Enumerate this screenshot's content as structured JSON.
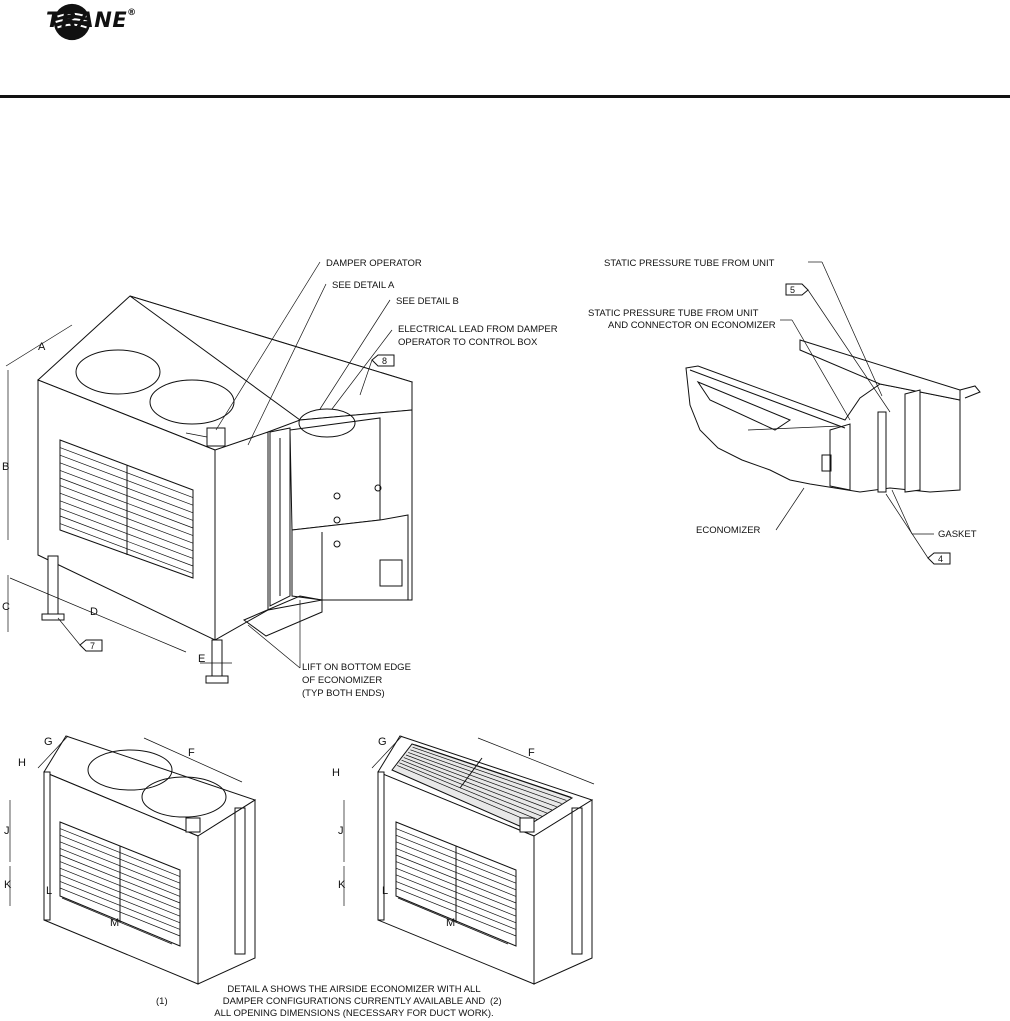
{
  "brand": {
    "name": "TRANE",
    "trademark": "®"
  },
  "callouts": {
    "damper_operator": "DAMPER OPERATOR",
    "see_detail_a": "SEE DETAIL A",
    "see_detail_b": "SEE DETAIL B",
    "electrical_lead_1": "ELECTRICAL LEAD FROM DAMPER",
    "electrical_lead_2": "OPERATOR TO CONTROL BOX",
    "lift_1": "LIFT ON BOTTOM EDGE",
    "lift_2": "OF ECONOMIZER",
    "lift_3": "(TYP BOTH ENDS)",
    "static_tube": "STATIC PRESSURE TUBE FROM UNIT",
    "static_tube_conn_1": "STATIC PRESSURE TUBE FROM UNIT",
    "static_tube_conn_2": "AND CONNECTOR ON ECONOMIZER",
    "economizer": "ECONOMIZER",
    "gasket": "GASKET"
  },
  "tags": {
    "t4": "4",
    "t5": "5",
    "t7": "7",
    "t8": "8"
  },
  "dimensions": {
    "A": "A",
    "B": "B",
    "C": "C",
    "D": "D",
    "E": "E",
    "F": "F",
    "G": "G",
    "H": "H",
    "J": "J",
    "K": "K",
    "L": "L",
    "M": "M"
  },
  "detail_a": {
    "config_1": "(1)",
    "config_2": "(2)",
    "note_1": "DETAIL A SHOWS THE AIRSIDE ECONOMIZER WITH ALL",
    "note_2": "DAMPER CONFIGURATIONS CURRENTLY AVAILABLE AND",
    "note_3": "ALL OPENING DIMENSIONS (NECESSARY FOR DUCT WORK)."
  },
  "colors": {
    "ink": "#111111",
    "paper": "#ffffff"
  },
  "icons": {
    "logo": "trane-circle-logo-icon"
  }
}
